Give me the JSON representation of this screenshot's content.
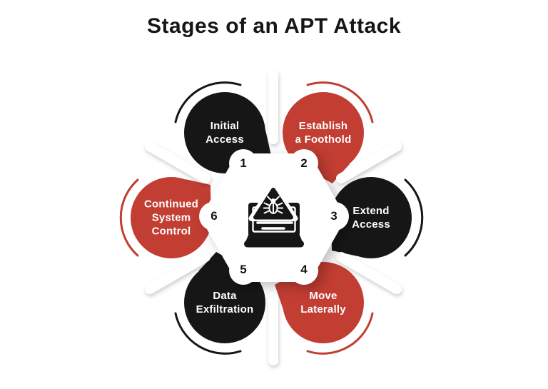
{
  "title": "Stages of an APT Attack",
  "colors": {
    "black": "#161616",
    "red": "#c23d32",
    "white": "#ffffff",
    "number_text": "#141414"
  },
  "stages": [
    {
      "number": "1",
      "label": "Initial\nAccess",
      "color": "black"
    },
    {
      "number": "2",
      "label": "Establish\na Foothold",
      "color": "red"
    },
    {
      "number": "3",
      "label": "Extend\nAccess",
      "color": "black"
    },
    {
      "number": "4",
      "label": "Move\nLaterally",
      "color": "red"
    },
    {
      "number": "5",
      "label": "Data\nExfiltration",
      "color": "black"
    },
    {
      "number": "6",
      "label": "Continued\nSystem\nControl",
      "color": "red"
    }
  ],
  "center_icon": "laptop-with-malware-warning-bug"
}
